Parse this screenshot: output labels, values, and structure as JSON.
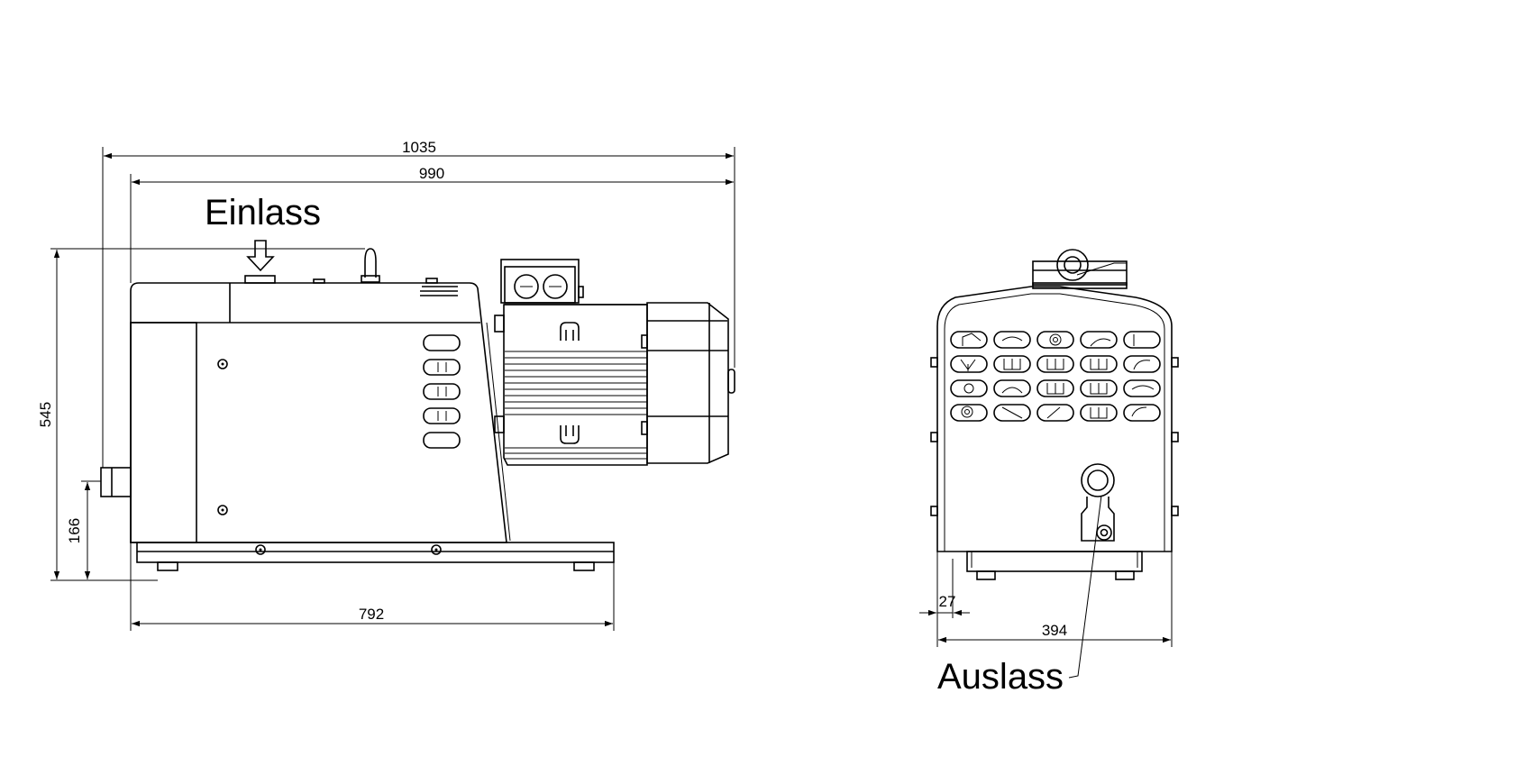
{
  "dimensions": {
    "overall_length": "1035",
    "length_without_connector": "990",
    "base_length": "792",
    "height": "545",
    "outlet_height": "166",
    "end_view_width": "394",
    "end_view_offset": "27"
  },
  "labels": {
    "inlet": "Einlass",
    "outlet": "Auslass"
  },
  "colors": {
    "line": "#000000",
    "background": "#ffffff"
  }
}
